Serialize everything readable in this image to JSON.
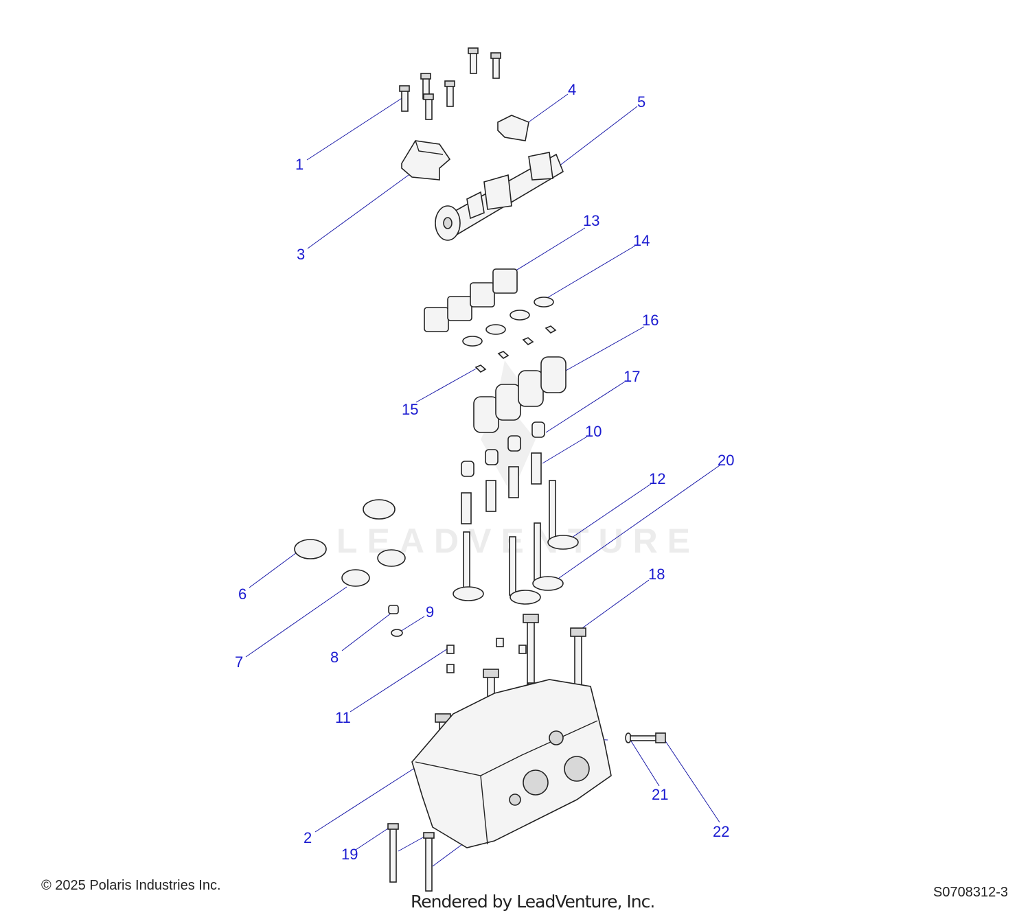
{
  "watermark": {
    "text": "LEADVENTURE"
  },
  "callouts": [
    {
      "num": "1"
    },
    {
      "num": "2"
    },
    {
      "num": "3"
    },
    {
      "num": "4"
    },
    {
      "num": "5"
    },
    {
      "num": "6"
    },
    {
      "num": "7"
    },
    {
      "num": "8"
    },
    {
      "num": "9"
    },
    {
      "num": "10"
    },
    {
      "num": "11"
    },
    {
      "num": "12"
    },
    {
      "num": "13"
    },
    {
      "num": "14"
    },
    {
      "num": "15"
    },
    {
      "num": "16"
    },
    {
      "num": "17"
    },
    {
      "num": "18"
    },
    {
      "num": "19"
    },
    {
      "num": "20"
    },
    {
      "num": "21"
    },
    {
      "num": "22"
    }
  ],
  "footer": {
    "copyright": "© 2025 Polaris Industries Inc.",
    "diagram_id": "S0708312-3",
    "rendered_by": "Rendered by LeadVenture, Inc."
  },
  "colors": {
    "callout": "#1a1ad0",
    "line": "#1a1aa8",
    "watermark": "#ececec"
  }
}
